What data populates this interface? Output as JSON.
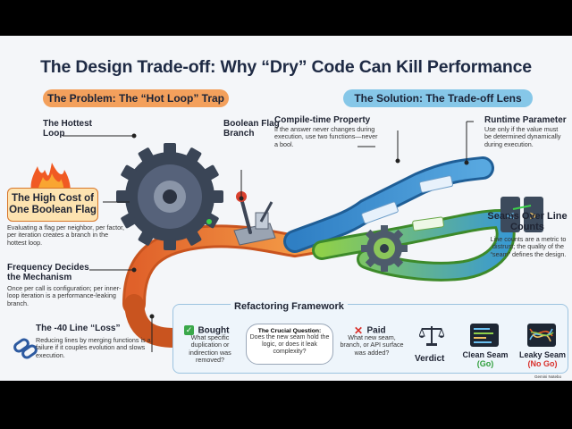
{
  "title": "The Design Trade-off: Why “Dry” Code Can Kill Performance",
  "left": {
    "pill": "The Problem: The “Hot Loop” Trap",
    "hottest_loop": "The Hottest Loop",
    "boolean_flag_branch": "Boolean Flag Branch",
    "high_cost": "The High Cost of One Boolean Flag",
    "high_cost_body": "Evaluating a flag per neighbor, per factor, per iteration creates a branch in the hottest loop.",
    "frequency_title": "Frequency Decides the Mechanism",
    "frequency_body": "Once per call is configuration; per inner-loop iteration is a performance-leaking branch.",
    "loss_title": "The -40 Line “Loss”",
    "loss_body": "Reducing lines by merging functions is a failure if it couples evolution and slows execution."
  },
  "right": {
    "pill": "The Solution: The Trade-off Lens",
    "compile_title": "Compile-time Property",
    "compile_body": "If the answer never changes during execution, use two functions—never a bool.",
    "runtime_title": "Runtime Parameter",
    "runtime_body": "Use only if the value must be determined dynamically during execution.",
    "seams_title": "Seams Over Line Counts",
    "seams_body": "Line counts are a metric to distrust; the quality of the “seam” defines the design."
  },
  "framework": {
    "title": "Refactoring Framework",
    "bought_title": "Bought",
    "bought_body": "What specific duplication or indirection was removed?",
    "question_title": "The Crucial Question:",
    "question_body": "Does the new seam hold the logic, or does it leak complexity?",
    "paid_title": "Paid",
    "paid_body": "What new seam, branch, or API surface was added?",
    "verdict": "Verdict",
    "clean_seam": "Clean Seam",
    "clean_go": "(Go)",
    "leaky_seam": "Leaky Seam",
    "leaky_nogo": "(No Go)"
  },
  "watermark": "Gemini Notebo",
  "colors": {
    "orange": "#f08a3c",
    "blue": "#3f8fcf",
    "green": "#6fbf3a",
    "go": "#2e9e3a",
    "nogo": "#d9302b"
  },
  "icons": [
    "flame-icon",
    "gear-icon",
    "lever-icon",
    "chain-link-icon",
    "code-brackets-icon",
    "checkmark-icon",
    "cross-icon",
    "scale-icon",
    "clean-code-icon",
    "tangled-code-icon"
  ]
}
